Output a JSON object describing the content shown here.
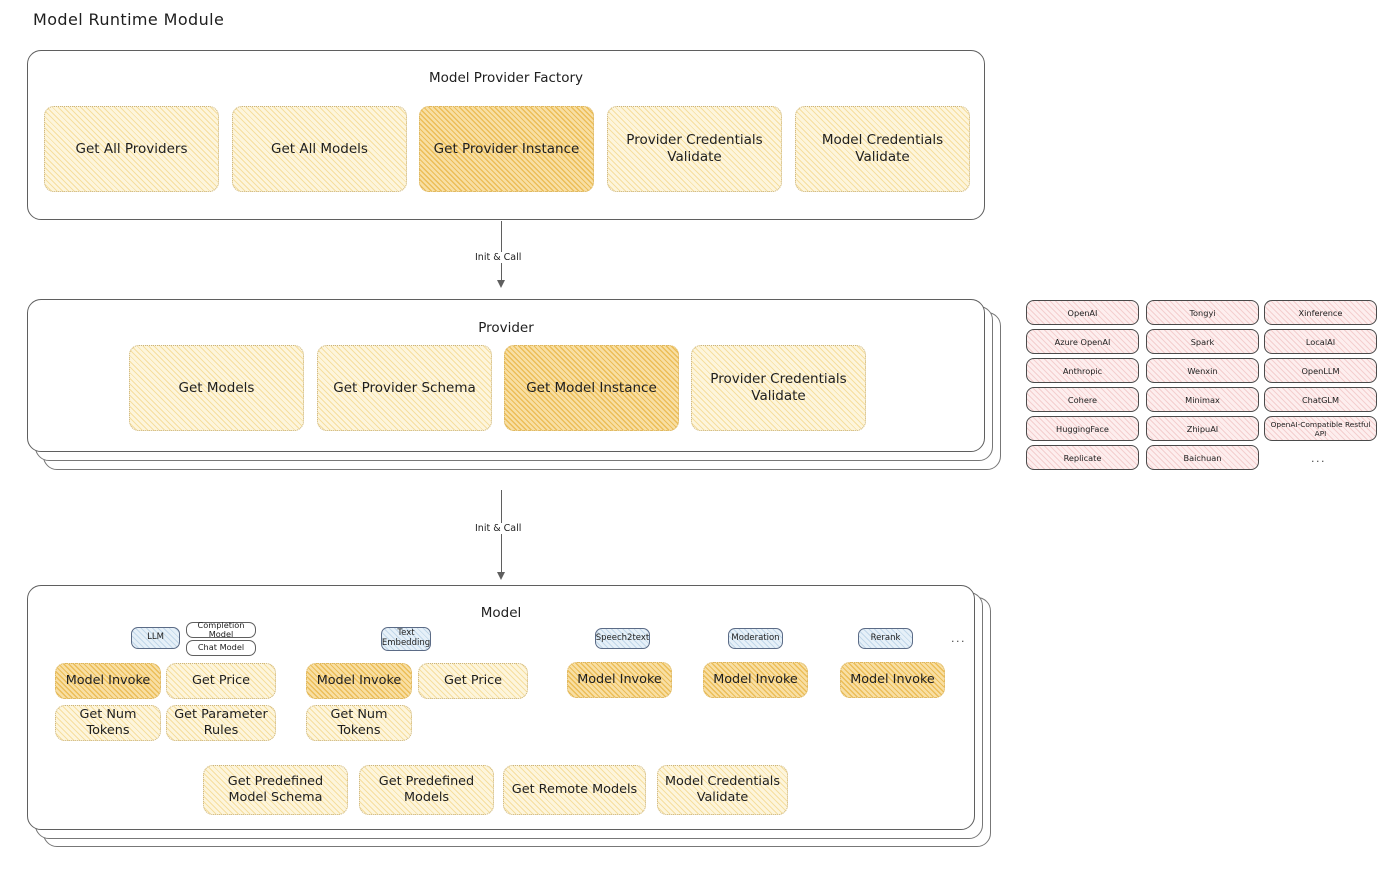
{
  "page": {
    "title": "Model Runtime Module"
  },
  "factory": {
    "title": "Model Provider Factory",
    "nodes": [
      {
        "label": "Get All Providers",
        "highlight": false
      },
      {
        "label": "Get All Models",
        "highlight": false
      },
      {
        "label": "Get Provider Instance",
        "highlight": true
      },
      {
        "label": "Provider Credentials Validate",
        "highlight": false
      },
      {
        "label": "Model Credentials Validate",
        "highlight": false
      }
    ]
  },
  "arrows": [
    {
      "label": "Init & Call"
    },
    {
      "label": "Init & Call"
    }
  ],
  "provider": {
    "title": "Provider",
    "nodes": [
      {
        "label": "Get Models",
        "highlight": false
      },
      {
        "label": "Get Provider Schema",
        "highlight": false
      },
      {
        "label": "Get Model Instance",
        "highlight": true
      },
      {
        "label": "Provider Credentials Validate",
        "highlight": false
      }
    ]
  },
  "provider_list": {
    "columns": [
      [
        "OpenAI",
        "Azure OpenAI",
        "Anthropic",
        "Cohere",
        "HuggingFace",
        "Replicate"
      ],
      [
        "Tongyi",
        "Spark",
        "Wenxin",
        "Minimax",
        "ZhipuAI",
        "Baichuan"
      ],
      [
        "Xinference",
        "LocalAI",
        "OpenLLM",
        "ChatGLM",
        "OpenAI-Compatible Restful API"
      ]
    ],
    "more": "..."
  },
  "model": {
    "title": "Model",
    "more": "...",
    "types": [
      {
        "badge": "LLM",
        "sub_badges": [
          "Completion Model",
          "Chat Model"
        ],
        "methods": [
          {
            "label": "Model Invoke",
            "highlight": true
          },
          {
            "label": "Get Price",
            "highlight": false
          },
          {
            "label": "Get Num Tokens",
            "highlight": false
          },
          {
            "label": "Get Parameter Rules",
            "highlight": false
          }
        ]
      },
      {
        "badge": "Text Embedding",
        "sub_badges": [],
        "methods": [
          {
            "label": "Model Invoke",
            "highlight": true
          },
          {
            "label": "Get Price",
            "highlight": false
          },
          {
            "label": "Get Num Tokens",
            "highlight": false
          }
        ]
      },
      {
        "badge": "Speech2text",
        "sub_badges": [],
        "methods": [
          {
            "label": "Model Invoke",
            "highlight": true
          }
        ]
      },
      {
        "badge": "Moderation",
        "sub_badges": [],
        "methods": [
          {
            "label": "Model Invoke",
            "highlight": true
          }
        ]
      },
      {
        "badge": "Rerank",
        "sub_badges": [],
        "methods": [
          {
            "label": "Model Invoke",
            "highlight": true
          }
        ]
      }
    ],
    "common_methods": [
      {
        "label": "Get Predefined Model Schema"
      },
      {
        "label": "Get Predefined Models"
      },
      {
        "label": "Get Remote Models"
      },
      {
        "label": "Model Credentials Validate"
      }
    ]
  },
  "colors": {
    "node_fill": "#fdf5dc",
    "node_fill_highlight": "#f8dfa4",
    "badge_fill": "#e6f0f8",
    "chip_fill": "#fdeeee",
    "stroke": "#5f5f5f",
    "text": "#1e1e1e"
  }
}
